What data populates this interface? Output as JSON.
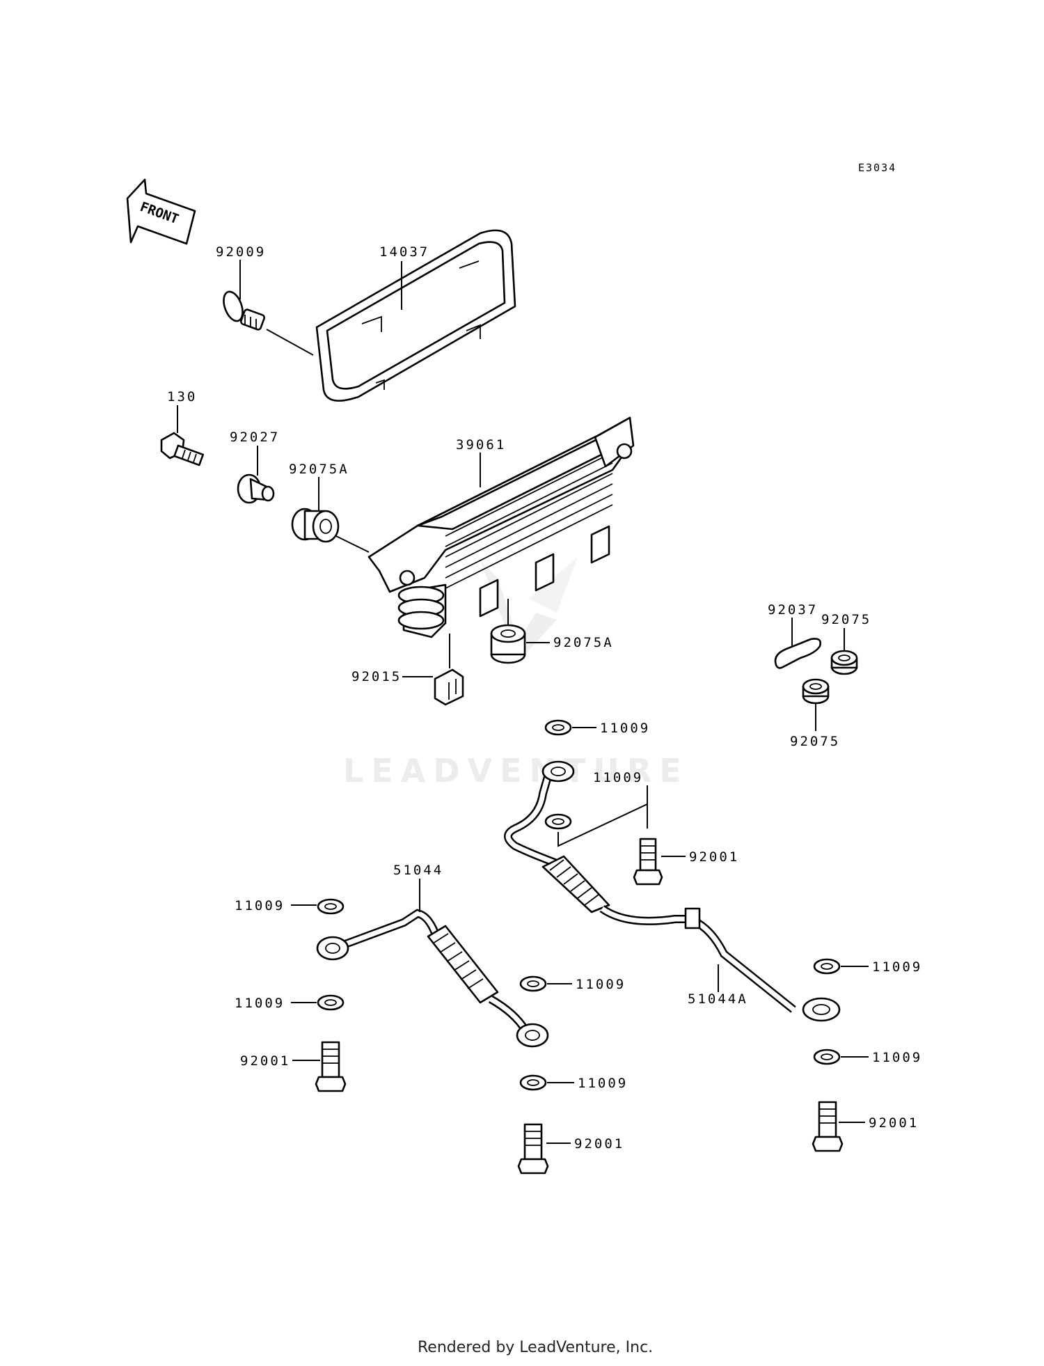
{
  "diagram_code": "E3034",
  "front_label": "FRONT",
  "watermark": "LEADVENTURE",
  "footer": "Rendered by LeadVenture, Inc.",
  "part_labels": {
    "p92009": "92009",
    "p14037": "14037",
    "p130": "130",
    "p92027": "92027",
    "p92075A_a": "92075A",
    "p39061": "39061",
    "p92075A_b": "92075A",
    "p92015": "92015",
    "p92037": "92037",
    "p92075_a": "92075",
    "p92075_b": "92075",
    "p11009_a": "11009",
    "p11009_b": "11009",
    "p92001_a": "92001",
    "p51044": "51044",
    "p11009_c": "11009",
    "p11009_d": "11009",
    "p11009_e": "11009",
    "p92001_b": "92001",
    "p11009_f": "11009",
    "p92001_c": "92001",
    "p51044A": "51044A",
    "p11009_g": "11009",
    "p11009_h": "11009",
    "p92001_d": "92001"
  }
}
